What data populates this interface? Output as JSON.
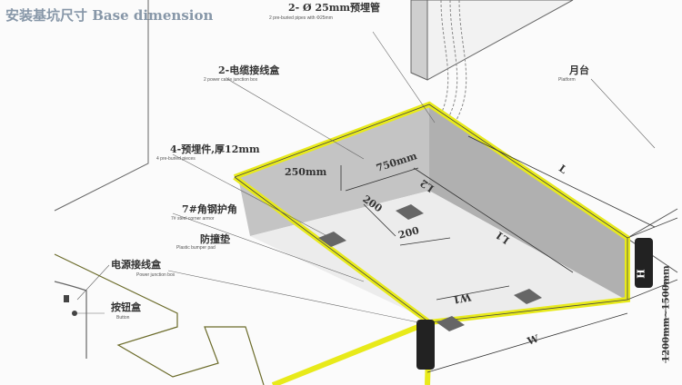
{
  "title": "安装基坑尺寸 Base dimension",
  "labels": {
    "pipes_cn": "2- Ø 25mm预埋管",
    "pipes_en": "2 pre-buried pipes with Φ25mm",
    "junction_cn": "2-电缆接线盒",
    "junction_en": "2 power cable junction box",
    "platform_cn": "月台",
    "platform_en": "Platform",
    "preburied_cn": "4-预埋件,厚12mm",
    "preburied_en": "4 pre-buried pieces",
    "armor_cn": "7#角钢护角",
    "armor_en": "7# steel corner armor",
    "bumper_cn": "防撞垫",
    "bumper_en": "Plastic bumper pad",
    "power_cn": "电源接线盒",
    "power_en": "Power junction box",
    "button_cn": "按钮盒",
    "button_en": "Button"
  },
  "dimensions": {
    "d250": "250mm",
    "d750": "750mm",
    "d200a": "200",
    "d200b": "200",
    "L": "L",
    "L1": "L1",
    "L2": "L2",
    "W": "W",
    "W1": "W1",
    "H": "H",
    "height_range": "1200mm~1500mm"
  },
  "colors": {
    "rim": "#e8ea1a",
    "wall": "#bdbdbd",
    "floor": "#ececec"
  }
}
